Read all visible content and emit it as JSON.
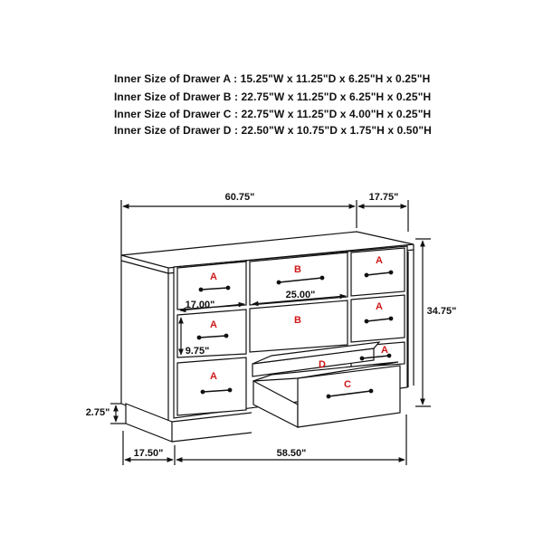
{
  "specs": [
    "Inner Size of Drawer A : 15.25\"W x 11.25\"D x 6.25\"H x 0.25\"H",
    "Inner Size of Drawer B : 22.75\"W x 11.25\"D x 6.25\"H x 0.25\"H",
    "Inner Size of Drawer C : 22.75\"W x 11.25\"D x 4.00\"H x 0.25\"H",
    "Inner Size of Drawer  D : 22.50\"W x 10.75\"D x 1.75\"H x 0.50\"H"
  ],
  "dimensions": {
    "top_width": "60.75\"",
    "top_depth": "17.75\"",
    "height": "34.75\"",
    "drawer_a_width": "17.00\"",
    "drawer_b_width": "25.00\"",
    "drawer_a_height": "9.75\"",
    "leg_height": "2.75\"",
    "base_depth": "17.50\"",
    "base_width": "58.50\""
  },
  "drawer_labels": {
    "a": "A",
    "b": "B",
    "c": "C",
    "d": "D"
  },
  "colors": {
    "line": "#111111",
    "label": "#d01818"
  }
}
